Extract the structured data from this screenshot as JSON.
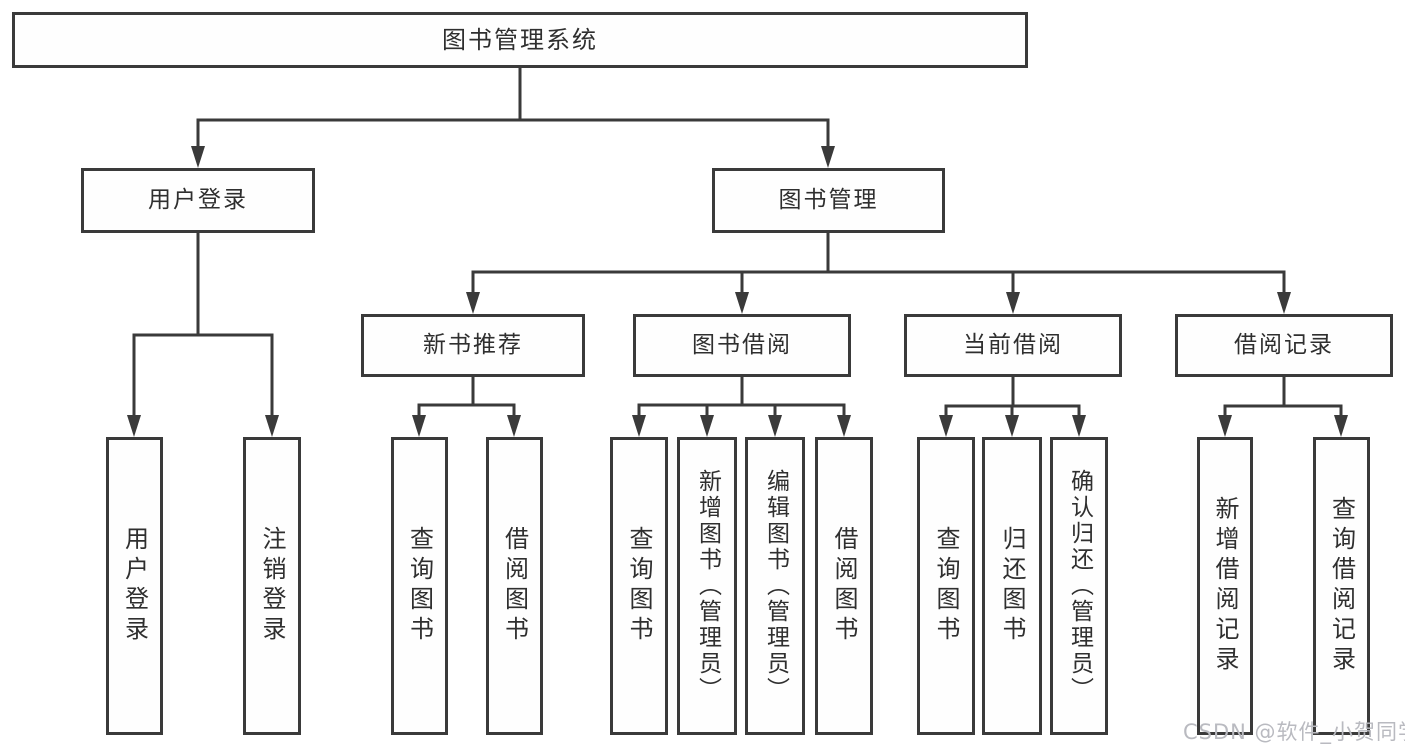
{
  "diagram": {
    "nodes": {
      "root": {
        "label": "图书管理系统"
      },
      "user_login": {
        "label": "用户登录"
      },
      "book_mgmt": {
        "label": "图书管理"
      },
      "new_book_rec": {
        "label": "新书推荐"
      },
      "book_borrow": {
        "label": "图书借阅"
      },
      "current_borrow": {
        "label": "当前借阅"
      },
      "borrow_records": {
        "label": "借阅记录"
      },
      "v_user_login": {
        "label": "用户登录"
      },
      "v_logout": {
        "label": "注销登录"
      },
      "v_query_books_1": {
        "label": "查询图书"
      },
      "v_borrow_books_1": {
        "label": "借阅图书"
      },
      "v_query_books_2": {
        "label": "查询图书"
      },
      "v_add_book": {
        "label": "新增图书（管理员）"
      },
      "v_edit_book": {
        "label": "编辑图书（管理员）"
      },
      "v_borrow_books_2": {
        "label": "借阅图书"
      },
      "v_query_books_3": {
        "label": "查询图书"
      },
      "v_return_books": {
        "label": "归还图书"
      },
      "v_confirm_return": {
        "label": "确认归还（管理员）"
      },
      "v_add_borrow_record": {
        "label": "新增借阅记录"
      },
      "v_query_borrow_record": {
        "label": "查询借阅记录"
      }
    },
    "hierarchy": {
      "图书管理系统": {
        "用户登录": [
          "用户登录",
          "注销登录"
        ],
        "图书管理": {
          "新书推荐": [
            "查询图书",
            "借阅图书"
          ],
          "图书借阅": [
            "查询图书",
            "新增图书（管理员）",
            "编辑图书（管理员）",
            "借阅图书"
          ],
          "当前借阅": [
            "查询图书",
            "归还图书",
            "确认归还（管理员）"
          ],
          "借阅记录": [
            "新增借阅记录",
            "查询借阅记录"
          ]
        }
      }
    },
    "watermark": "CSDN @软件_小贺同学",
    "colors": {
      "line": "#3a3a3a",
      "box_border": "#3a3a3a",
      "box_background": "#fefefe",
      "text": "#2f2f2f",
      "page_background": "#ffffff",
      "watermark": "#b9bac0"
    }
  }
}
